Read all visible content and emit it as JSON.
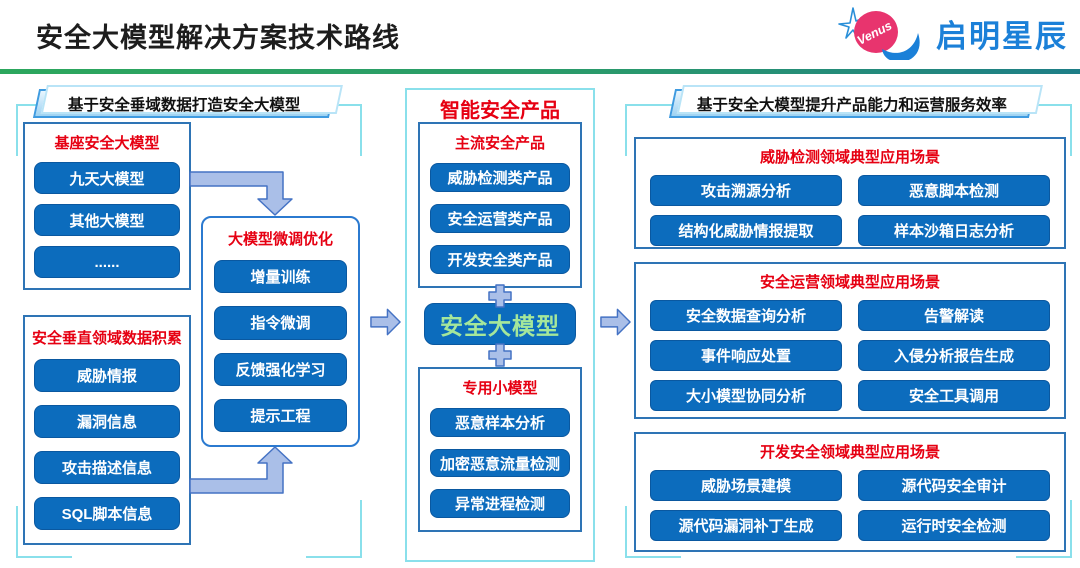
{
  "page": {
    "title": "安全大模型解决方案技术路线",
    "brand": {
      "name": "启明星辰",
      "logo_text": "Venus"
    }
  },
  "left_panel": {
    "badge": "基于安全垂域数据打造安全大模型",
    "base_models": {
      "title": "基座安全大模型",
      "items": [
        "九天大模型",
        "其他大模型",
        "......"
      ]
    },
    "finetune": {
      "title": "大模型微调优化",
      "items": [
        "增量训练",
        "指令微调",
        "反馈强化学习",
        "提示工程"
      ]
    },
    "vertical_data": {
      "title": "安全垂直领域数据积累",
      "items": [
        "威胁情报",
        "漏洞信息",
        "攻击描述信息",
        "SQL脚本信息"
      ]
    }
  },
  "middle_panel": {
    "title": "智能安全产品",
    "mainstream_products": {
      "title": "主流安全产品",
      "items": [
        "威胁检测类产品",
        "安全运营类产品",
        "开发安全类产品"
      ]
    },
    "core_model_label": "安全大模型",
    "special_models": {
      "title": "专用小模型",
      "items": [
        "恶意样本分析",
        "加密恶意流量检测",
        "异常进程检测"
      ]
    }
  },
  "right_panel": {
    "badge": "基于安全大模型提升产品能力和运营服务效率",
    "threat_detection": {
      "title": "威胁检测领域典型应用场景",
      "items": [
        "攻击溯源分析",
        "恶意脚本检测",
        "结构化威胁情报提取",
        "样本沙箱日志分析"
      ]
    },
    "security_operations": {
      "title": "安全运营领域典型应用场景",
      "items": [
        "安全数据查询分析",
        "告警解读",
        "事件响应处置",
        "入侵分析报告生成",
        "大小模型协同分析",
        "安全工具调用"
      ]
    },
    "dev_security": {
      "title": "开发安全领域典型应用场景",
      "items": [
        "威胁场景建模",
        "源代码安全审计",
        "源代码漏洞补丁生成",
        "运行时安全检测"
      ]
    }
  },
  "colors": {
    "pill_blue": "#0c6cbd",
    "title_red": "#e60012",
    "frame_cyan": "#8ae0eb",
    "box_border_blue": "#2e74b5",
    "arrow_fill": "#aabfe8",
    "arrow_stroke": "#4472c4",
    "core_model_green": "#a5e79b",
    "brand_blue": "#1b80d8",
    "brand_pink": "#e8346e",
    "header_rule_green": "#2ca75d",
    "header_rule_teal": "#1e7e87"
  }
}
